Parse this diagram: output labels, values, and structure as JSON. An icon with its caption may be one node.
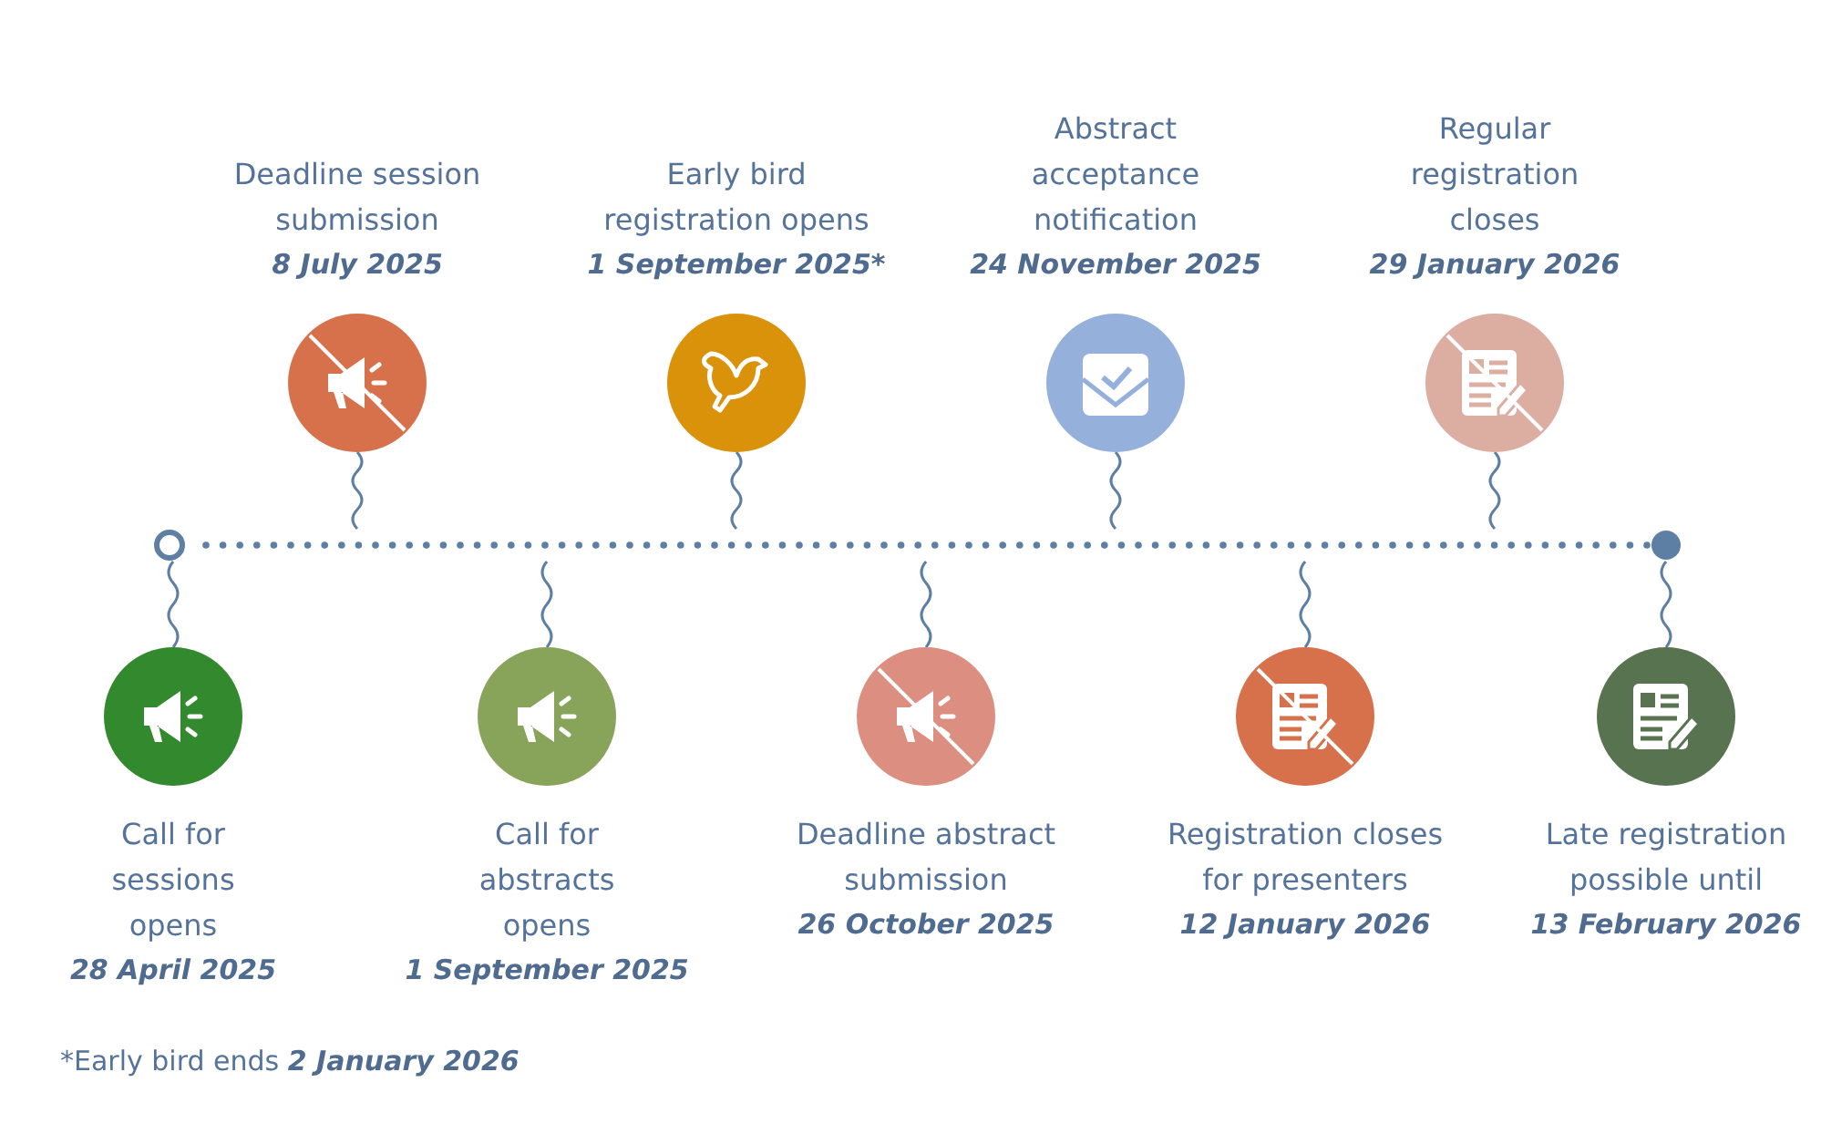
{
  "diagram": {
    "nodes": [
      {
        "text": [],
        "shape": "bar"
      },
      {
        "text": [
          "Call for sessions opens",
          "28 April 2025"
        ]
      },
      {
        "text": [
          "Deadline session submission",
          "8 July 2025"
        ]
      },
      {
        "text": [
          "Call for abstracts opens",
          "1 September 2025"
        ]
      },
      {
        "text": [
          "Early bird registration opens",
          "1 September 2025*"
        ]
      },
      {
        "text": [
          "Deadline abstract submission",
          "26 October 2025"
        ]
      },
      {
        "text": [
          "Abstract acceptance notification",
          "24 November 2025"
        ]
      },
      {
        "text": [
          "Registration closes for presenters",
          "12 January 2026"
        ]
      },
      {
        "text": [
          "Regular registration closes",
          "29 January 2026"
        ]
      },
      {
        "text": [
          "Late registration possible until",
          "13 February 2026"
        ]
      }
    ],
    "edges": [
      {
        "from": 1,
        "to": 0,
        "arrow": "none"
      },
      {
        "from": 2,
        "to": 0,
        "arrow": "none"
      },
      {
        "from": 3,
        "to": 0,
        "arrow": "none"
      },
      {
        "from": 4,
        "to": 0,
        "arrow": "none"
      },
      {
        "from": 5,
        "to": 0,
        "arrow": "none"
      },
      {
        "from": 6,
        "to": 0,
        "arrow": "none"
      },
      {
        "from": 7,
        "to": 0,
        "arrow": "none"
      },
      {
        "from": 8,
        "to": 0,
        "arrow": "none"
      },
      {
        "from": 9,
        "to": 0,
        "arrow": "none"
      }
    ],
    "labels": [
      "*Early bird ends **2 January 2026**"
    ]
  }
}
